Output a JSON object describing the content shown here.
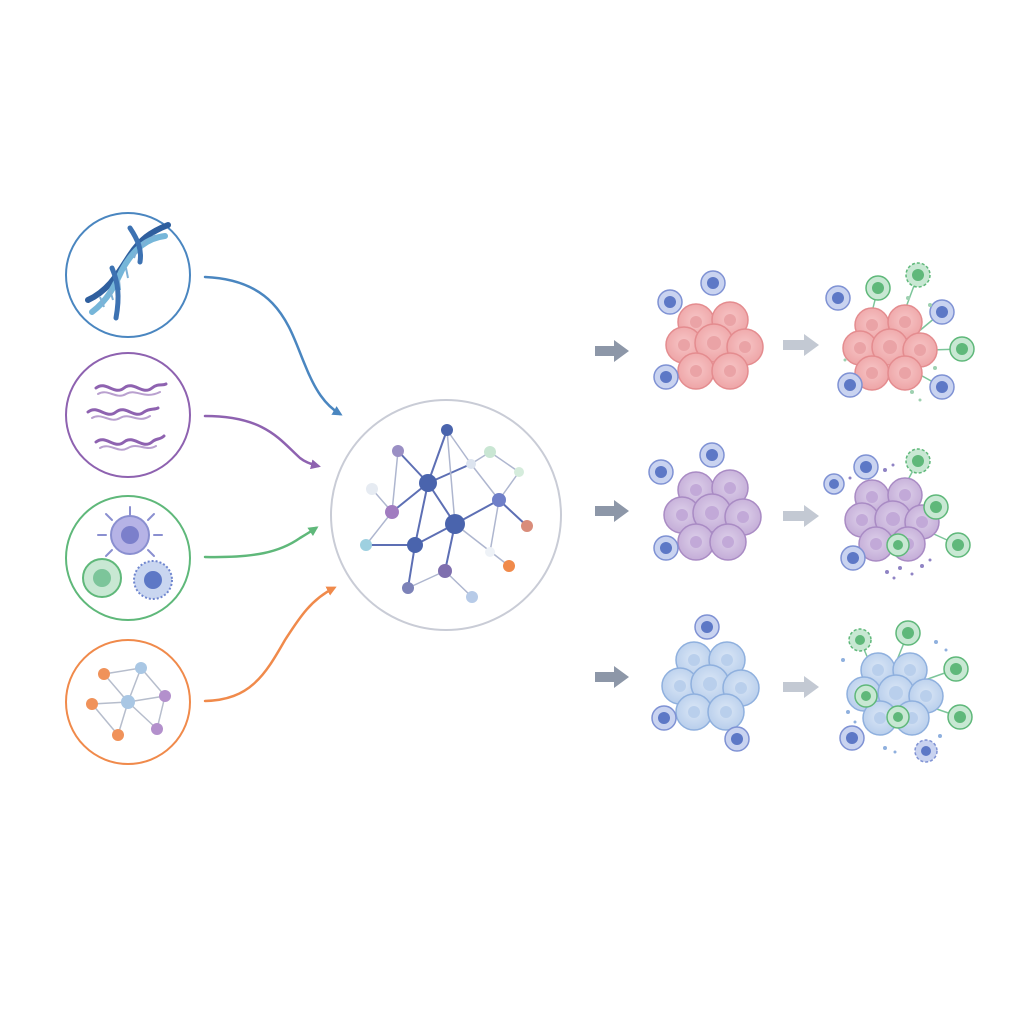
{
  "diagram": {
    "colors": {
      "genomics": "#4a86c0",
      "transcriptomics": "#8e62b0",
      "cells": "#5fb87a",
      "network": "#f08a4b",
      "hub_ring": "#c9ccd6",
      "hub_node": "#4a64ad",
      "arrow_gray": "#8d97a8",
      "tumor_red": "#ec9a9c",
      "tumor_purple": "#b9a0cf",
      "tumor_blue": "#a9c3e6",
      "immune_blue": "#6f86cf",
      "immune_green": "#7cc59a"
    },
    "inputs": [
      {
        "id": "genomics",
        "icon": "dna-helix-icon"
      },
      {
        "id": "transcriptomics",
        "icon": "rna-strands-icon"
      },
      {
        "id": "cells",
        "icon": "immune-cells-icon"
      },
      {
        "id": "network",
        "icon": "interaction-network-icon"
      }
    ],
    "outcomes": [
      {
        "id": "row-1",
        "tumor": "tumor_red"
      },
      {
        "id": "row-2",
        "tumor": "tumor_purple"
      },
      {
        "id": "row-3",
        "tumor": "tumor_blue"
      }
    ]
  }
}
